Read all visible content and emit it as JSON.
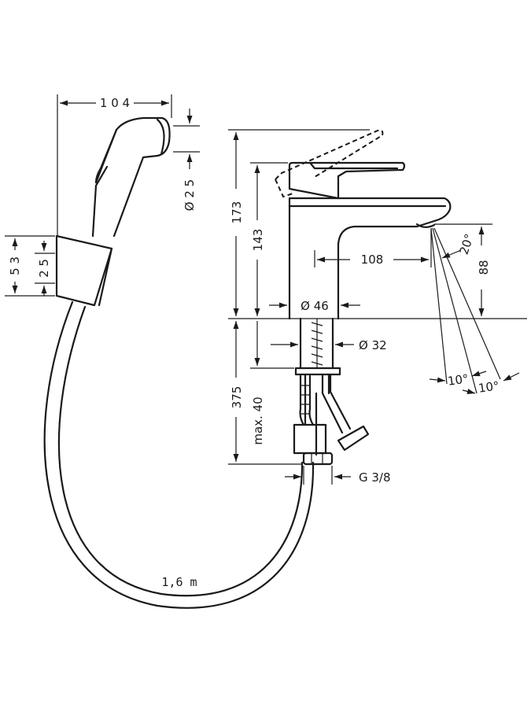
{
  "dimensions": {
    "shower_width": "1 0 4",
    "shower_diameter": "Ø 2 5",
    "holder_height": "5 3",
    "holder_inner": "2 5",
    "height_total": "173",
    "height_spout": "143",
    "spout_reach": "108",
    "spout_height": "88",
    "base_diameter": "Ø 46",
    "shank_diameter": "Ø 32",
    "below_depth": "375",
    "max_thickness": "max. 40",
    "thread": "G 3/8",
    "spray_angle": "20°",
    "angle_a": "10°",
    "angle_b": "10°",
    "hose_length": "1,6  m"
  },
  "colors": {
    "line": "#1a1a1a",
    "background": "#ffffff"
  }
}
